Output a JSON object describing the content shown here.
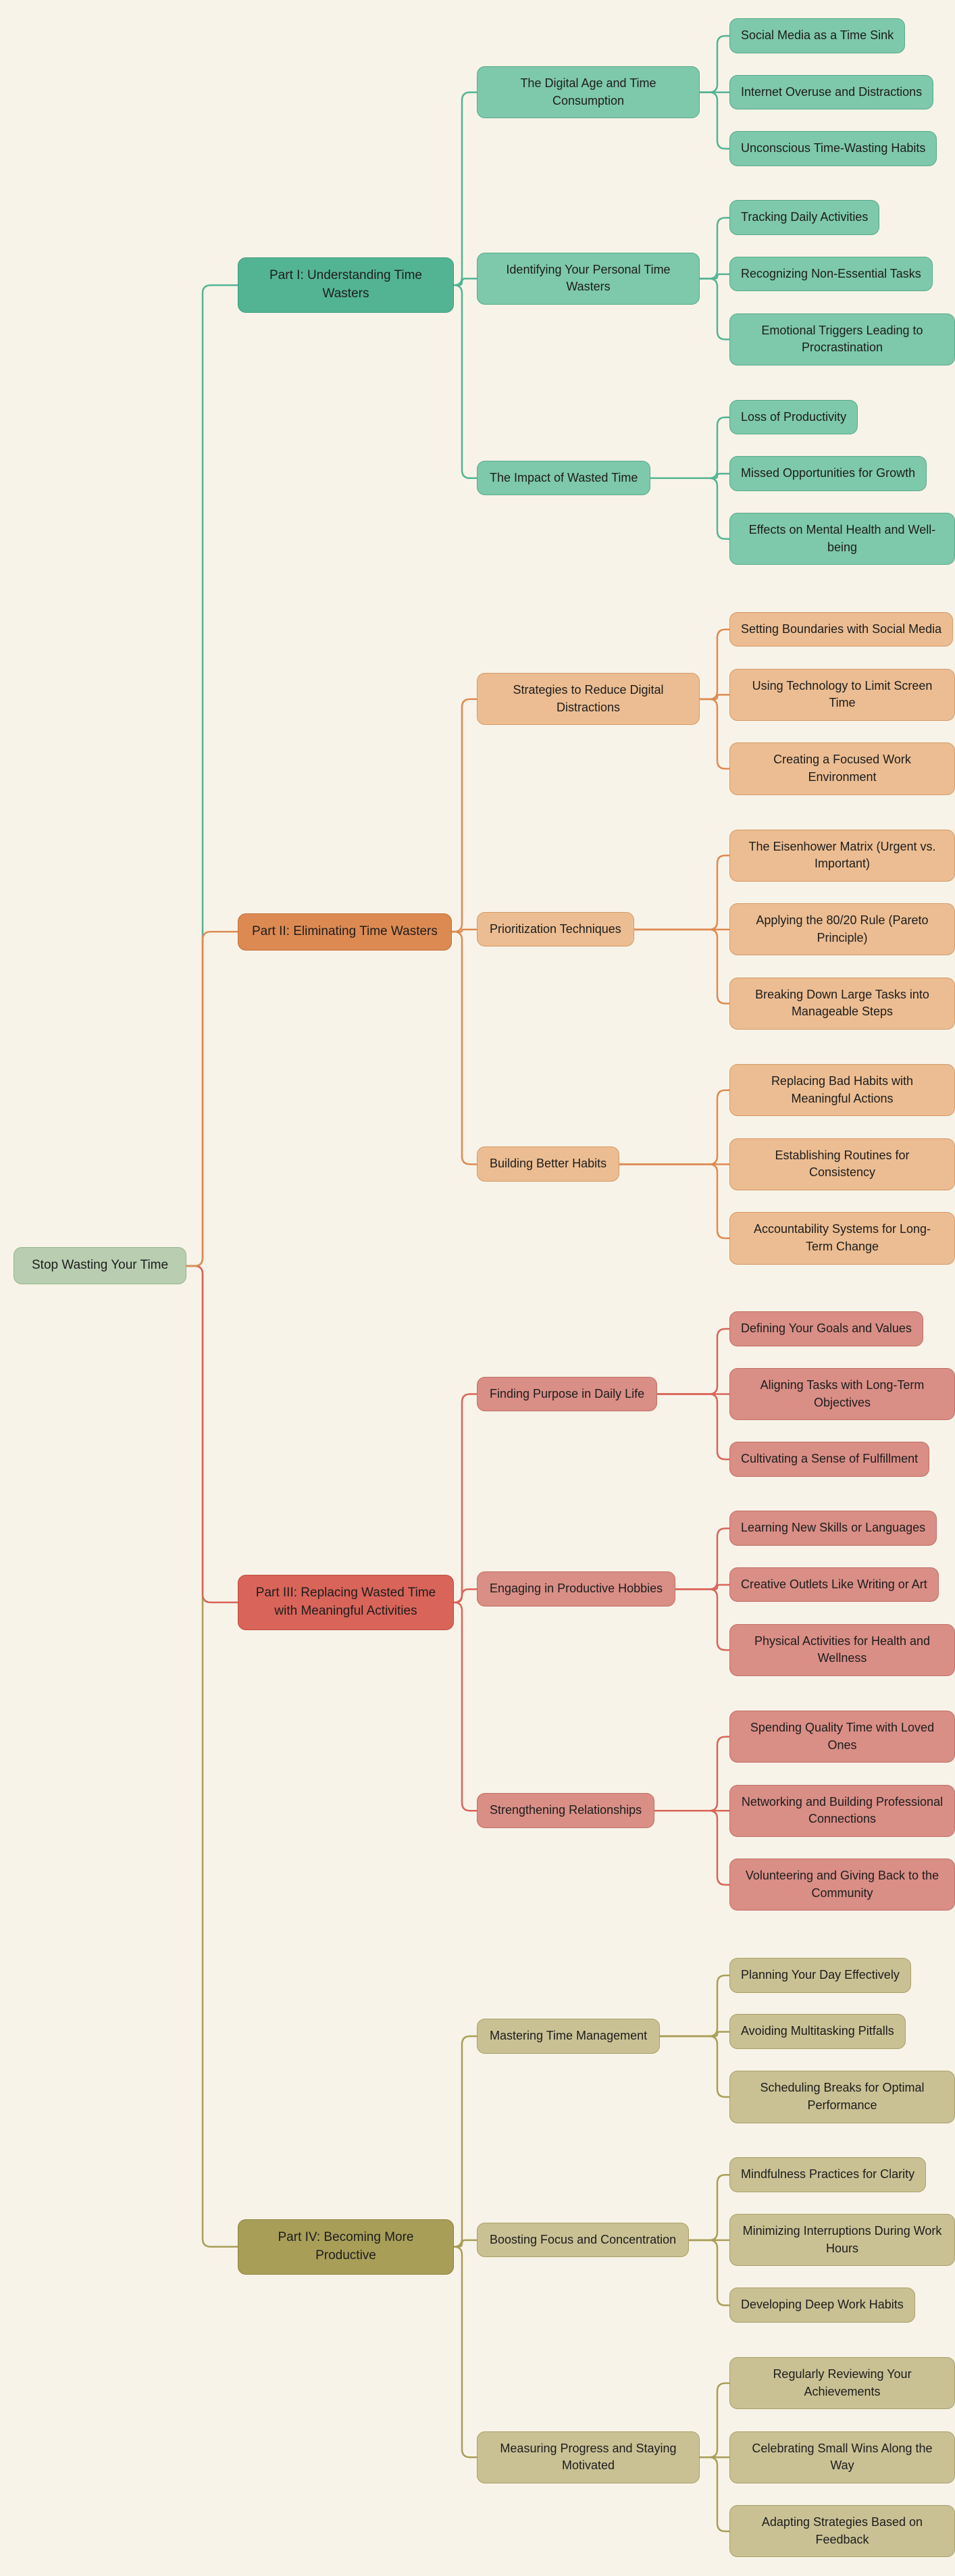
{
  "canvas": {
    "background": "#f8f3e8",
    "text_color": "#1d1d1d"
  },
  "root": {
    "label": "Stop Wasting Your Time",
    "fill": "#b9ceb1",
    "border": "#96b388"
  },
  "branches": [
    {
      "label": "Part I: Understanding Time Wasters",
      "colors": {
        "line": "#53b494",
        "main_fill": "#53b494",
        "main_border": "#3d9c7c",
        "child_fill": "#7ec8ab",
        "child_border": "#57ab8b"
      },
      "children": [
        {
          "label": "The Digital Age and Time Consumption",
          "children": [
            {
              "label": "Social Media as a Time Sink"
            },
            {
              "label": "Internet Overuse and Distractions"
            },
            {
              "label": "Unconscious Time-Wasting Habits"
            }
          ]
        },
        {
          "label": "Identifying Your Personal Time Wasters",
          "children": [
            {
              "label": "Tracking Daily Activities"
            },
            {
              "label": "Recognizing Non-Essential Tasks"
            },
            {
              "label": "Emotional Triggers Leading to Procrastination"
            }
          ]
        },
        {
          "label": "The Impact of Wasted Time",
          "children": [
            {
              "label": "Loss of Productivity"
            },
            {
              "label": "Missed Opportunities for Growth"
            },
            {
              "label": "Effects on Mental Health and Well-being"
            }
          ]
        }
      ]
    },
    {
      "label": "Part II: Eliminating Time Wasters",
      "colors": {
        "line": "#dd8a52",
        "main_fill": "#dd8a52",
        "main_border": "#c06f38",
        "child_fill": "#ecbd92",
        "child_border": "#d49a66"
      },
      "children": [
        {
          "label": "Strategies to Reduce Digital Distractions",
          "children": [
            {
              "label": "Setting Boundaries with Social Media"
            },
            {
              "label": "Using Technology to Limit Screen Time"
            },
            {
              "label": "Creating a Focused Work Environment"
            }
          ]
        },
        {
          "label": "Prioritization Techniques",
          "children": [
            {
              "label": "The Eisenhower Matrix (Urgent vs. Important)"
            },
            {
              "label": "Applying the 80/20 Rule (Pareto Principle)"
            },
            {
              "label": "Breaking Down Large Tasks into Manageable Steps"
            }
          ]
        },
        {
          "label": "Building Better Habits",
          "children": [
            {
              "label": "Replacing Bad Habits with Meaningful Actions"
            },
            {
              "label": "Establishing Routines for Consistency"
            },
            {
              "label": "Accountability Systems for Long-Term Change"
            }
          ]
        }
      ]
    },
    {
      "label": "Part III: Replacing Wasted Time with Meaningful Activities",
      "colors": {
        "line": "#d96459",
        "main_fill": "#d96459",
        "main_border": "#bc4b41",
        "child_fill": "#d98e86",
        "child_border": "#c06f66"
      },
      "children": [
        {
          "label": "Finding Purpose in Daily Life",
          "children": [
            {
              "label": "Defining Your Goals and Values"
            },
            {
              "label": "Aligning Tasks with Long-Term Objectives"
            },
            {
              "label": "Cultivating a Sense of Fulfillment"
            }
          ]
        },
        {
          "label": "Engaging in Productive Hobbies",
          "children": [
            {
              "label": "Learning New Skills or Languages"
            },
            {
              "label": "Creative Outlets Like Writing or Art"
            },
            {
              "label": "Physical Activities for Health and Wellness"
            }
          ]
        },
        {
          "label": "Strengthening Relationships",
          "children": [
            {
              "label": "Spending Quality Time with Loved Ones"
            },
            {
              "label": "Networking and Building Professional Connections"
            },
            {
              "label": "Volunteering and Giving Back to the Community"
            }
          ]
        }
      ]
    },
    {
      "label": "Part IV: Becoming More Productive",
      "colors": {
        "line": "#a89e58",
        "main_fill": "#a89e58",
        "main_border": "#8c8341",
        "child_fill": "#c9c194",
        "child_border": "#a99f6a"
      },
      "children": [
        {
          "label": "Mastering Time Management",
          "children": [
            {
              "label": "Planning Your Day Effectively"
            },
            {
              "label": "Avoiding Multitasking Pitfalls"
            },
            {
              "label": "Scheduling Breaks for Optimal Performance"
            }
          ]
        },
        {
          "label": "Boosting Focus and Concentration",
          "children": [
            {
              "label": "Mindfulness Practices for Clarity"
            },
            {
              "label": "Minimizing Interruptions During Work Hours"
            },
            {
              "label": "Developing Deep Work Habits"
            }
          ]
        },
        {
          "label": "Measuring Progress and Staying Motivated",
          "children": [
            {
              "label": "Regularly Reviewing Your Achievements"
            },
            {
              "label": "Celebrating Small Wins Along the Way"
            },
            {
              "label": "Adapting Strategies Based on Feedback"
            }
          ]
        }
      ]
    }
  ]
}
